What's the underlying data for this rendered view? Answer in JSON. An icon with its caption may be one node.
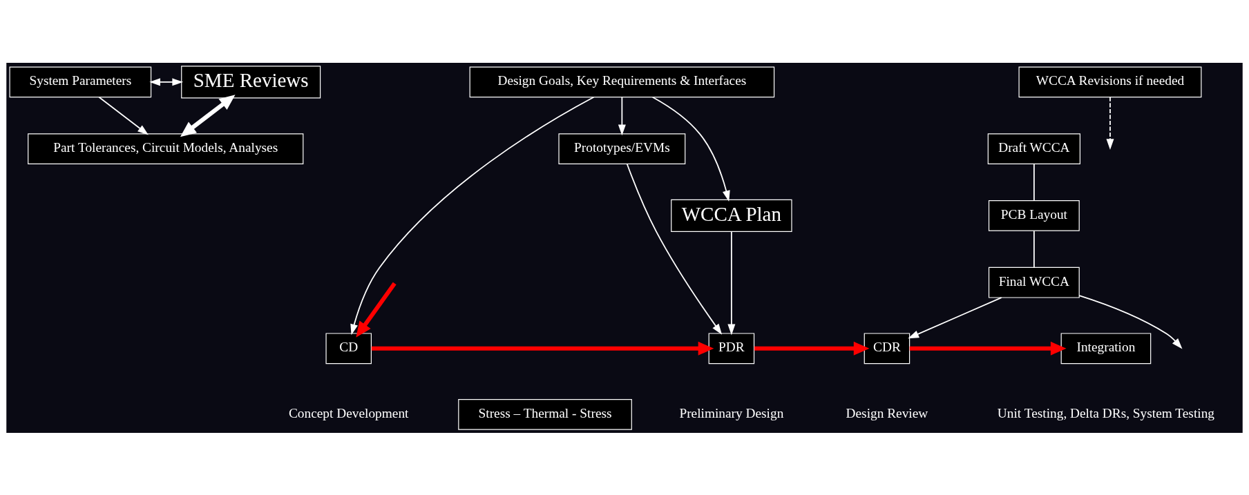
{
  "diagram": {
    "nodes": [
      {
        "text": [
          "System Parameters"
        ]
      },
      {
        "text": [
          "SME Reviews"
        ]
      },
      {
        "text": [
          "Part Tolerances, Circuit Models, Analyses"
        ]
      },
      {
        "text": [
          "Design Goals, Key Requirements & Interfaces"
        ]
      },
      {
        "text": [
          "Prototypes/EVMs"
        ]
      },
      {
        "text": [
          "Draft WCCA"
        ]
      },
      {
        "text": [
          "PCB Layout"
        ]
      },
      {
        "text": [
          "WCCA Plan"
        ]
      },
      {
        "text": [
          "Final WCCA"
        ]
      },
      {
        "text": [
          "WCCA Revisions if needed"
        ]
      },
      {
        "text": [
          "CD"
        ],
        "beside": [
          "Concept Development"
        ]
      },
      {
        "text": [
          "PDR"
        ],
        "beside": [
          "Preliminary Design"
        ]
      },
      {
        "text": [
          "CDR"
        ],
        "beside": [
          "Design Review"
        ]
      },
      {
        "text": [
          "Integration"
        ],
        "beside": [
          "Unit Testing, Delta DRs, System Testing"
        ]
      },
      {
        "text": [
          "Stress – Thermal - Stress"
        ]
      }
    ],
    "edges": [
      {
        "from": 0,
        "to": 1,
        "arrow": "both"
      },
      {
        "from": 1,
        "to": 2,
        "arrow": "both",
        "style": "thick"
      },
      {
        "from": 0,
        "to": 2,
        "arrow": "to"
      },
      {
        "from": 3,
        "to": 4,
        "arrow": "to"
      },
      {
        "from": 3,
        "to": 7,
        "arrow": "to"
      },
      {
        "from": 3,
        "to": 10,
        "arrow": "to"
      },
      {
        "from": 4,
        "to": 11,
        "arrow": "to"
      },
      {
        "from": 7,
        "to": 11,
        "arrow": "to"
      },
      {
        "from": 5,
        "to": 6,
        "arrow": "none"
      },
      {
        "from": 6,
        "to": 8,
        "arrow": "none"
      },
      {
        "from": 8,
        "to": null,
        "arrow": "to"
      },
      {
        "from": 8,
        "to": 12,
        "arrow": "to"
      },
      {
        "from": 9,
        "to": null,
        "arrow": "to",
        "style": "dashed"
      },
      {
        "from": null,
        "to": 10,
        "arrow": "to",
        "style": "thick",
        "color": "#ff0000"
      },
      {
        "from": 10,
        "to": 11,
        "arrow": "to",
        "style": "thick",
        "color": "#ff0000"
      },
      {
        "from": 11,
        "to": 12,
        "arrow": "to",
        "style": "thick",
        "color": "#ff0000"
      },
      {
        "from": 12,
        "to": 13,
        "arrow": "to",
        "style": "thick",
        "color": "#ff0000"
      }
    ]
  }
}
